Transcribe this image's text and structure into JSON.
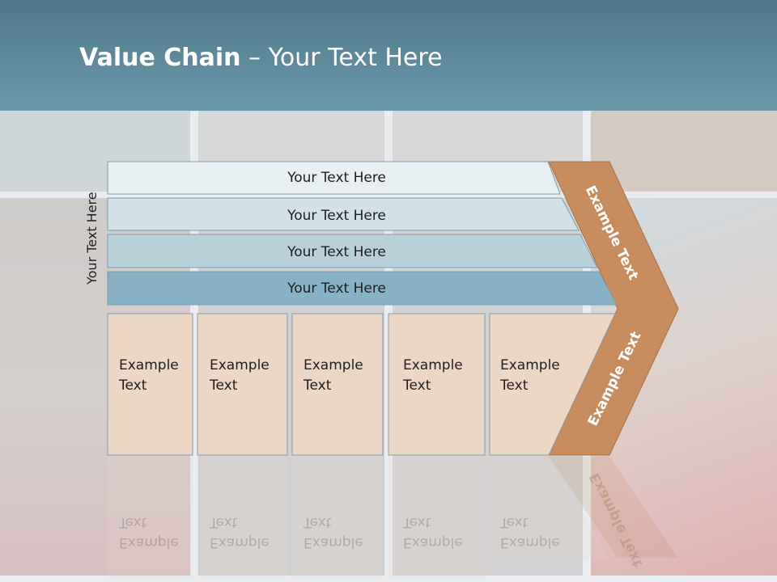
{
  "slide": {
    "title_bold": "Value Chain",
    "title_rest": " – Your Text Here"
  },
  "side_label": "Your Text Here",
  "bands": [
    {
      "label": "Your Text Here",
      "color": "#e8eff2"
    },
    {
      "label": "Your Text Here",
      "color": "#d2e1e7"
    },
    {
      "label": "Your Text Here",
      "color": "#b7d0da"
    },
    {
      "label": "Your Text Here",
      "color": "#88b2c3"
    }
  ],
  "activities": [
    {
      "line1": "Example",
      "line2": "Text"
    },
    {
      "line1": "Example",
      "line2": "Text"
    },
    {
      "line1": "Example",
      "line2": "Text"
    },
    {
      "line1": "Example",
      "line2": "Text"
    },
    {
      "line1": "Example",
      "line2": "Text"
    }
  ],
  "margin_upper": "Example Text",
  "margin_lower": "Example Text",
  "colors": {
    "header": "#5e8898",
    "activity_fill": "#ecd7c5",
    "arrow_fill": "#c78c5e",
    "band_border": "#7f9aa5"
  }
}
